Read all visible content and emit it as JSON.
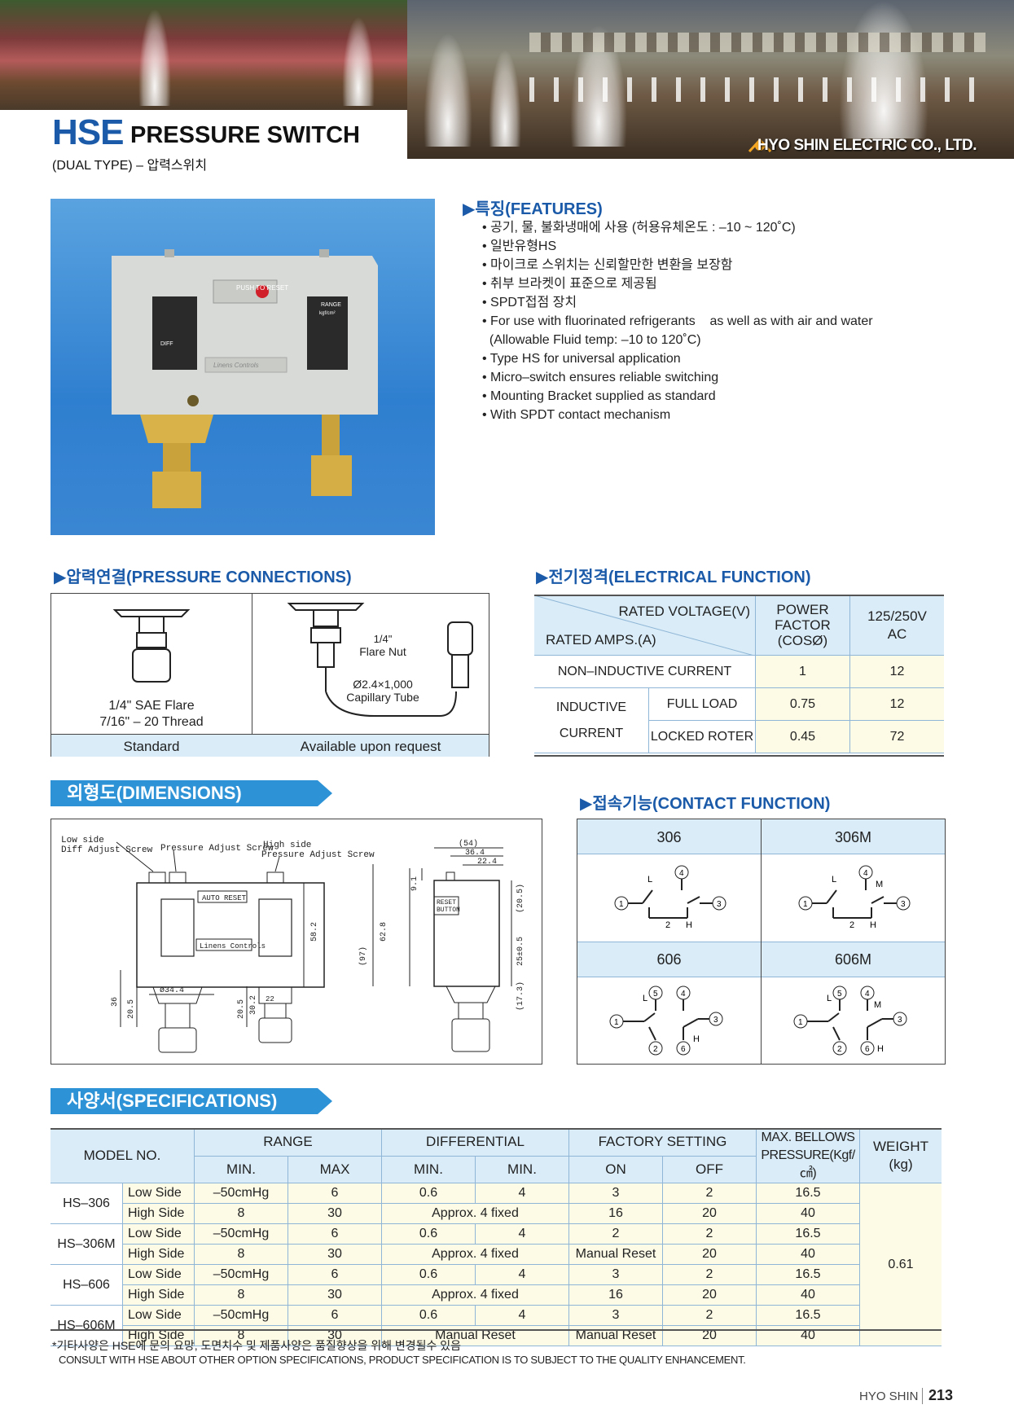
{
  "header": {
    "brand": "HSE",
    "title": "PRESSURE SWITCH",
    "subtitle": "(DUAL TYPE) – 압력스위치",
    "company": "HYO SHIN ELECTRIC CO., LTD."
  },
  "photo": {
    "push_to_reset": "PUSH TO RESET",
    "range_label": "RANGE",
    "unit": "kgf/cm²",
    "diff_label": "DIFF",
    "brand": "Linens Controls"
  },
  "features": {
    "heading": "▶특징(FEATURES)",
    "items": [
      "• 공기, 물, 불화냉매에 사용 (허용유체온도 : –10 ~ 120˚C)",
      "• 일반유형HS",
      "• 마이크로 스위치는 신뢰할만한 변환을 보장함",
      "• 취부 브라켓이 표준으로 제공됨",
      "• SPDT접점 장치",
      "• For use with fluorinated refrigerants    as well as with air and water",
      "  (Allowable Fluid temp: –10 to 120˚C)",
      "• Type HS for universal application",
      "• Micro–switch ensures reliable switching",
      "• Mounting Bracket supplied as standard",
      "• With SPDT contact mechanism"
    ]
  },
  "pressure": {
    "heading": "▶압력연결(PRESSURE CONNECTIONS)",
    "std_text1": "1/4\" SAE Flare",
    "std_text2": "7/16\" – 20 Thread",
    "req_flare": "1/4\"",
    "req_flare2": "Flare Nut",
    "req_cap1": "Ø2.4×1,000",
    "req_cap2": "Capillary Tube",
    "col1": "Standard",
    "col2": "Available upon request"
  },
  "electrical": {
    "heading": "▶전기정격(ELECTRICAL FUNCTION)",
    "rated_voltage": "RATED VOLTAGE(V)",
    "rated_amps": "RATED AMPS.(A)",
    "power1": "POWER",
    "power2": "FACTOR",
    "power3": "(COSØ)",
    "volt1": "125/250V",
    "volt2": "AC",
    "noninductive": "NON–INDUCTIVE CURRENT",
    "noninductive_pf": "1",
    "noninductive_a": "12",
    "inductive1": "INDUCTIVE",
    "inductive2": "CURRENT",
    "fullload": "FULL LOAD",
    "fullload_pf": "0.75",
    "fullload_a": "12",
    "locked": "LOCKED ROTER",
    "locked_pf": "0.45",
    "locked_a": "72"
  },
  "dimensions": {
    "heading": "외형도(DIMENSIONS)",
    "low_side": "Low side",
    "diff_screw": "Diff Adjust Screw",
    "pressure_screw": "Pressure Adjust Screw",
    "high_side": "High side",
    "high_pressure_screw": "Pressure Adjust Screw",
    "auto_reset": "AUTO RESET",
    "brand": "Linens Controls",
    "reset_button1": "RESET",
    "reset_button2": "BUTTON",
    "d54": "(54)",
    "d364": "36.4",
    "d224": "22.4",
    "d91": "9.1",
    "d582": "58.2",
    "d628": "62.8",
    "d97": "(97)",
    "d205a": "(20.5)",
    "d25": "25±0.5",
    "d173": "(17.3)",
    "d344": "ø34.4",
    "d36": "36",
    "d205b": "20.5",
    "d22": "22",
    "d205c": "20.5",
    "d302": "30.2"
  },
  "contact": {
    "heading": "▶접속기능(CONTACT FUNCTION)",
    "m306": "306",
    "m306m": "306M",
    "m606": "606",
    "m606m": "606M"
  },
  "specs": {
    "heading": "사양서(SPECIFICATIONS)",
    "h_model": "MODEL NO.",
    "h_range": "RANGE",
    "h_diff": "DIFFERENTIAL",
    "h_factory": "FACTORY SETTING",
    "h_bellows1": "MAX. BELLOWS",
    "h_bellows2": "PRESSURE(Kgf/㎠)",
    "h_weight1": "WEIGHT",
    "h_weight2": "(kg)",
    "h_min": "MIN.",
    "h_max": "MAX",
    "h_dmin": "MIN.",
    "h_dmin2": "MIN.",
    "h_on": "ON",
    "h_off": "OFF",
    "weight": "0.61",
    "models": [
      {
        "name": "HS–306",
        "low": {
          "side": "Low Side",
          "min": "–50cmHg",
          "max": "6",
          "d1": "0.6",
          "d2": "4",
          "on": "3",
          "off": "2",
          "bel": "16.5"
        },
        "high": {
          "side": "High Side",
          "min": "8",
          "max": "30",
          "diff": "Approx. 4 fixed",
          "on": "16",
          "off": "20",
          "bel": "40"
        }
      },
      {
        "name": "HS–306M",
        "low": {
          "side": "Low Side",
          "min": "–50cmHg",
          "max": "6",
          "d1": "0.6",
          "d2": "4",
          "on": "2",
          "off": "2",
          "bel": "16.5"
        },
        "high": {
          "side": "High Side",
          "min": "8",
          "max": "30",
          "diff": "Approx. 4 fixed",
          "on": "Manual Reset",
          "off": "20",
          "bel": "40"
        }
      },
      {
        "name": "HS–606",
        "low": {
          "side": "Low Side",
          "min": "–50cmHg",
          "max": "6",
          "d1": "0.6",
          "d2": "4",
          "on": "3",
          "off": "2",
          "bel": "16.5"
        },
        "high": {
          "side": "High Side",
          "min": "8",
          "max": "30",
          "diff": "Approx. 4 fixed",
          "on": "16",
          "off": "20",
          "bel": "40"
        }
      },
      {
        "name": "HS–606M",
        "low": {
          "side": "Low Side",
          "min": "–50cmHg",
          "max": "6",
          "d1": "0.6",
          "d2": "4",
          "on": "3",
          "off": "2",
          "bel": "16.5"
        },
        "high": {
          "side": "High Side",
          "min": "8",
          "max": "30",
          "diff": "Manual Reset",
          "on": "Manual Reset",
          "off": "20",
          "bel": "40"
        }
      }
    ],
    "note_kr": "*기타사양은 HSE에 문의 요망, 도면치수 및 제품사양은 품질향상을 위해 변경될수 있음",
    "note_en": "CONSULT WITH HSE ABOUT OTHER OPTION SPECIFICATIONS, PRODUCT SPECIFICATION IS TO SUBJECT TO THE QUALITY ENHANCEMENT."
  },
  "footer": {
    "brand": "HYO SHIN",
    "page": "213"
  },
  "colors": {
    "accent": "#1a5aa8",
    "tab": "#2e93d6",
    "header_cell": "#d9ecf8",
    "row_cell": "#fdfbe6"
  }
}
